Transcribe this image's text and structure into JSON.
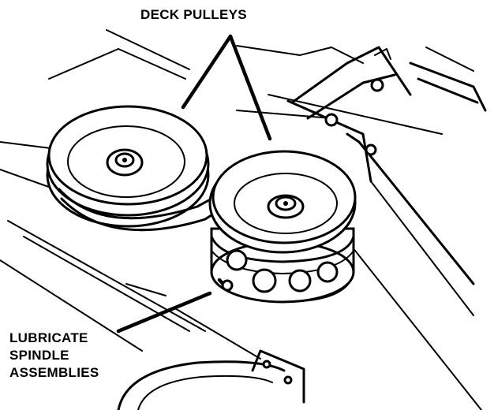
{
  "labels": {
    "deck_pulleys": "DECK PULLEYS",
    "lubricate": [
      "LUBRICATE",
      "SPINDLE",
      "ASSEMBLIES"
    ]
  }
}
